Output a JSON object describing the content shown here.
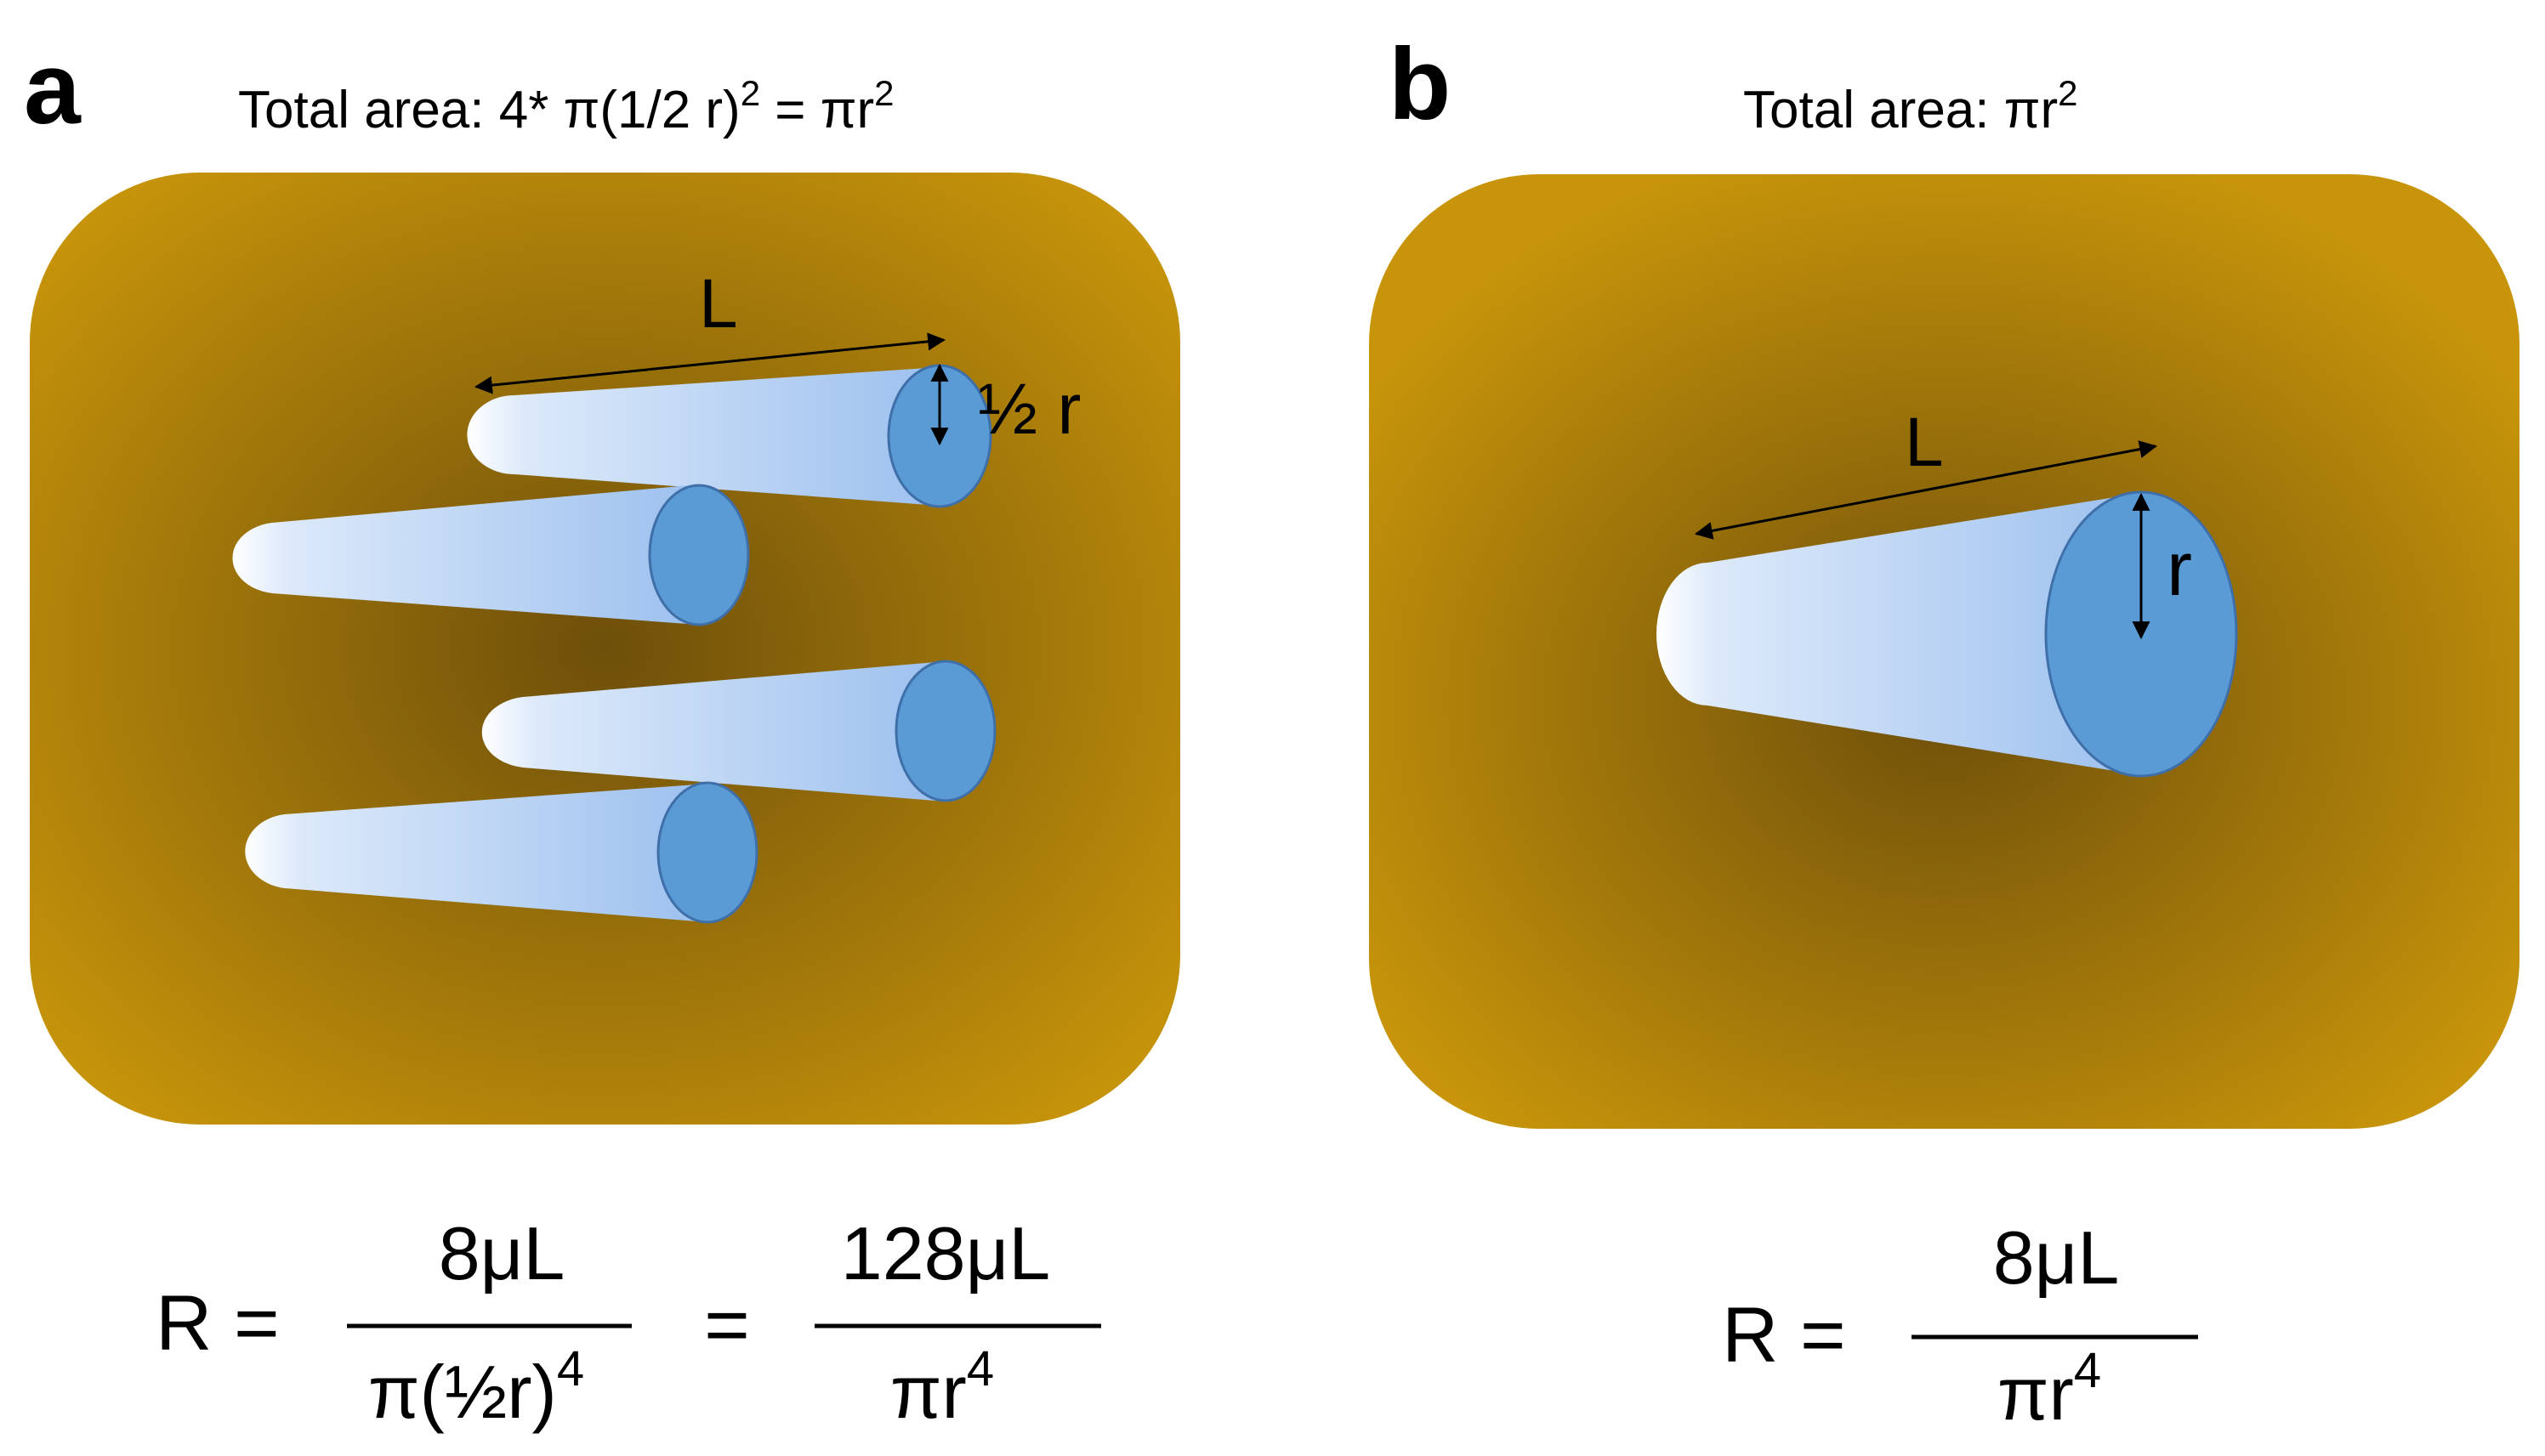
{
  "panel_a": {
    "letter": "a",
    "total_area": {
      "prefix": "Total area: 4* π(1/2 r)",
      "exp1": "2",
      "mid": " = πr",
      "exp2": "2"
    },
    "length_label": "L",
    "radius_label": "½ r",
    "formula": {
      "lhs": "R =",
      "num1": "8μL",
      "den1": {
        "base": "π(½r)",
        "exp": "4"
      },
      "eq": "=",
      "num2": "128μL",
      "den2": {
        "base": "πr",
        "exp": "4"
      }
    }
  },
  "panel_b": {
    "letter": "b",
    "total_area": {
      "prefix": "Total area: πr",
      "exp": "2"
    },
    "length_label": "L",
    "radius_label": "r",
    "formula": {
      "lhs": "R =",
      "num": "8μL",
      "den": {
        "base": "πr",
        "exp": "4"
      }
    }
  },
  "colors": {
    "block_edge": "#c8950a",
    "block_center": "#6e4f0a",
    "tube_light": "#ffffff",
    "tube_body": "#a9c8ef",
    "tube_end": "#5b9bd5",
    "tube_end_stroke": "#3f6fa8"
  }
}
